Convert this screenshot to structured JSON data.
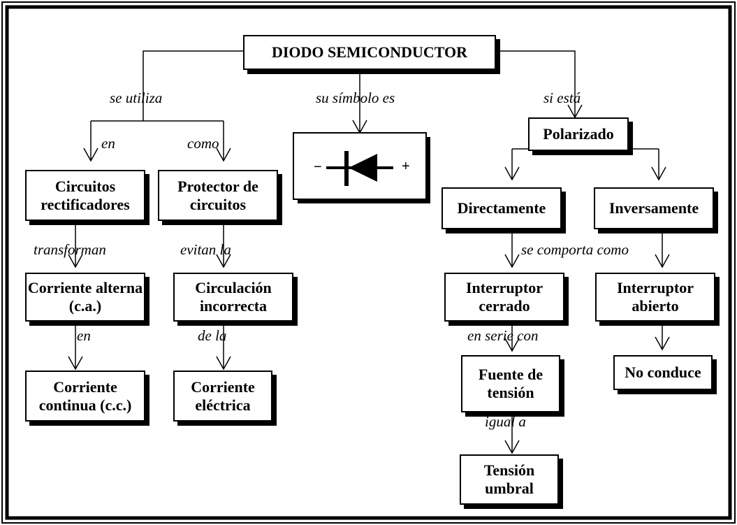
{
  "nodes": {
    "root": "DIODO SEMICONDUCTOR",
    "circuitos": "Circuitos rectificadores",
    "protector": "Protector de circuitos",
    "polarizado": "Polarizado",
    "directamente": "Directamente",
    "inversamente": "Inversamente",
    "corriente_alterna": "Corriente alterna (c.a.)",
    "circulacion": "Circulación incorrecta",
    "int_cerrado": "Interruptor cerrado",
    "int_abierto": "Interruptor abierto",
    "corriente_continua": "Corriente continua (c.c.)",
    "corriente_electrica": "Corriente eléctrica",
    "fuente": "Fuente de tensión",
    "no_conduce": "No conduce",
    "tension": "Tensión umbral"
  },
  "labels": {
    "se_utiliza": "se utiliza",
    "su_simbolo": "su símbolo es",
    "si_esta": "si está",
    "en1": "en",
    "como": "como",
    "transforman": "transforman",
    "evitan": "evitan la",
    "se_comporta": "se comporta como",
    "en2": "en",
    "de_la": "de la",
    "en_serie": "en serie con",
    "igual_a": "igual a"
  },
  "symbol": {
    "minus": "−",
    "plus": "+"
  }
}
